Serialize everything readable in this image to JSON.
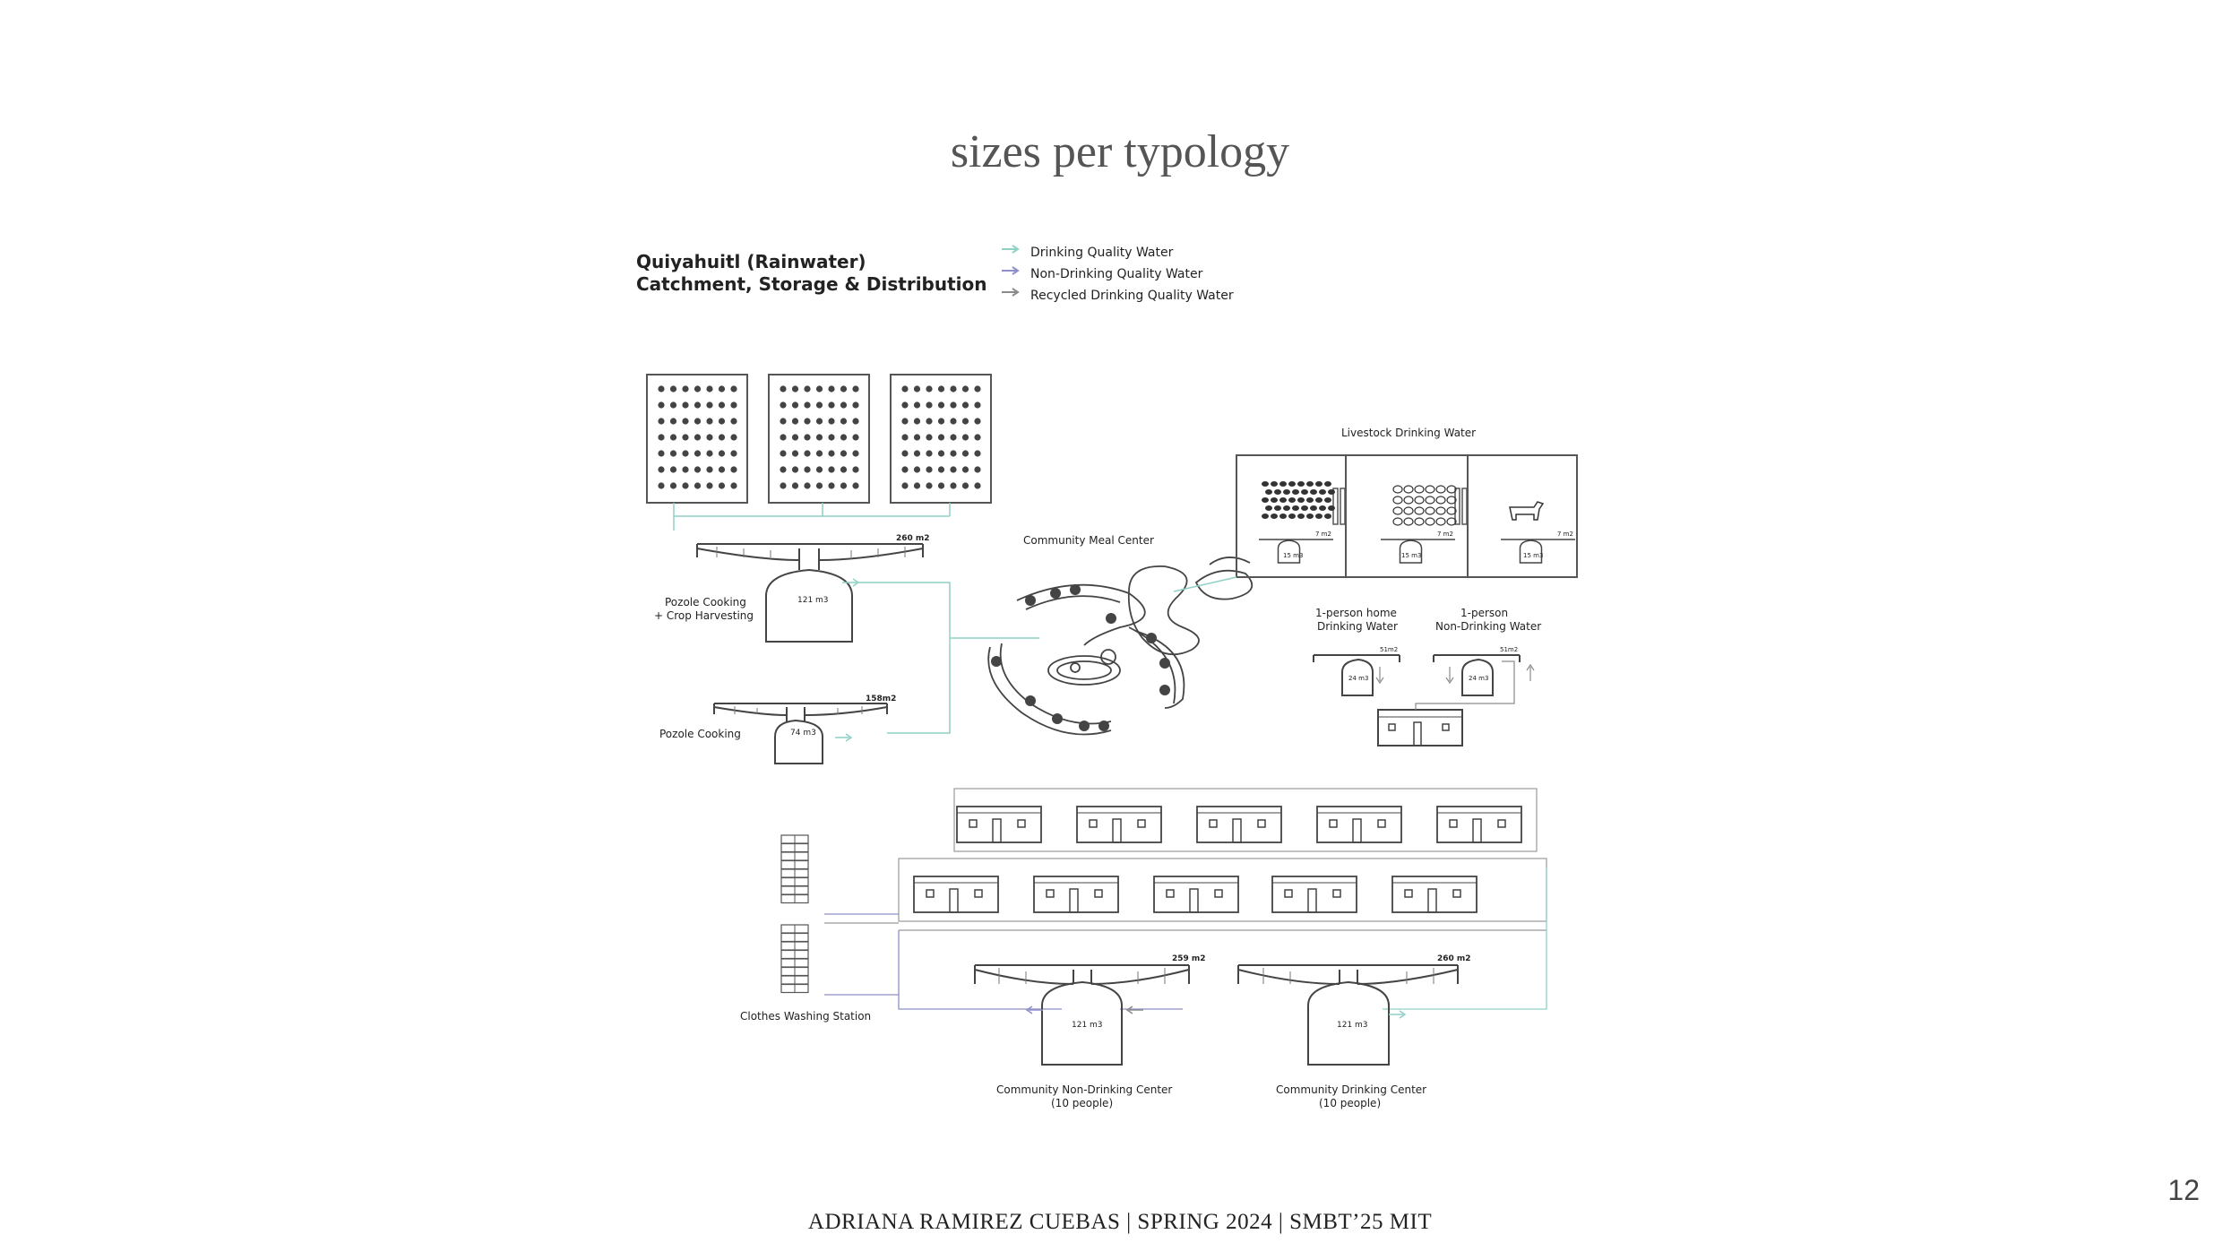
{
  "title": "sizes per typology",
  "page_number": "12",
  "footer": "ADRIANA RAMIREZ CUEBAS | SPRING 2024 | SMBT’25 MIT",
  "diagram": {
    "heading_line1": "Quiyahuitl (Rainwater)",
    "heading_line2": "Catchment, Storage & Distribution",
    "legend": [
      {
        "label": "Drinking Quality Water",
        "color": "#8fd1c6"
      },
      {
        "label": "Non-Drinking Quality Water",
        "color": "#8d8fc8"
      },
      {
        "label": "Recycled Drinking Quality Water",
        "color": "#8a8a8a"
      }
    ],
    "livestock_title": "Livestock Drinking Water",
    "livestock_tanks": [
      {
        "roof_area": "7 m2",
        "volume": "15 m3"
      },
      {
        "roof_area": "7 m2",
        "volume": "15 m3"
      },
      {
        "roof_area": "7 m2",
        "volume": "15 m3"
      }
    ],
    "pozole_crop": {
      "label_line1": "Pozole Cooking",
      "label_line2": "+ Crop Harvesting",
      "roof_area": "260 m2",
      "volume": "121 m3"
    },
    "pozole": {
      "label": "Pozole Cooking",
      "roof_area": "158m2",
      "volume": "74 m3"
    },
    "meal_center_label": "Community Meal Center",
    "home_drinking": {
      "label_line1": "1-person home",
      "label_line2": "Drinking Water",
      "roof_area": "51m2",
      "volume": "24 m3"
    },
    "home_non_drinking": {
      "label_line1": "1-person",
      "label_line2": "Non-Drinking Water",
      "roof_area": "51m2",
      "volume": "24 m3"
    },
    "clothes_label": "Clothes Washing Station",
    "non_drinking_center": {
      "label_line1": "Community Non-Drinking Center",
      "label_line2": "(10 people)",
      "roof_area": "259 m2",
      "volume": "121 m3"
    },
    "drinking_center": {
      "label_line1": "Community Drinking Center",
      "label_line2": "(10 people)",
      "roof_area": "260 m2",
      "volume": "121 m3"
    }
  }
}
